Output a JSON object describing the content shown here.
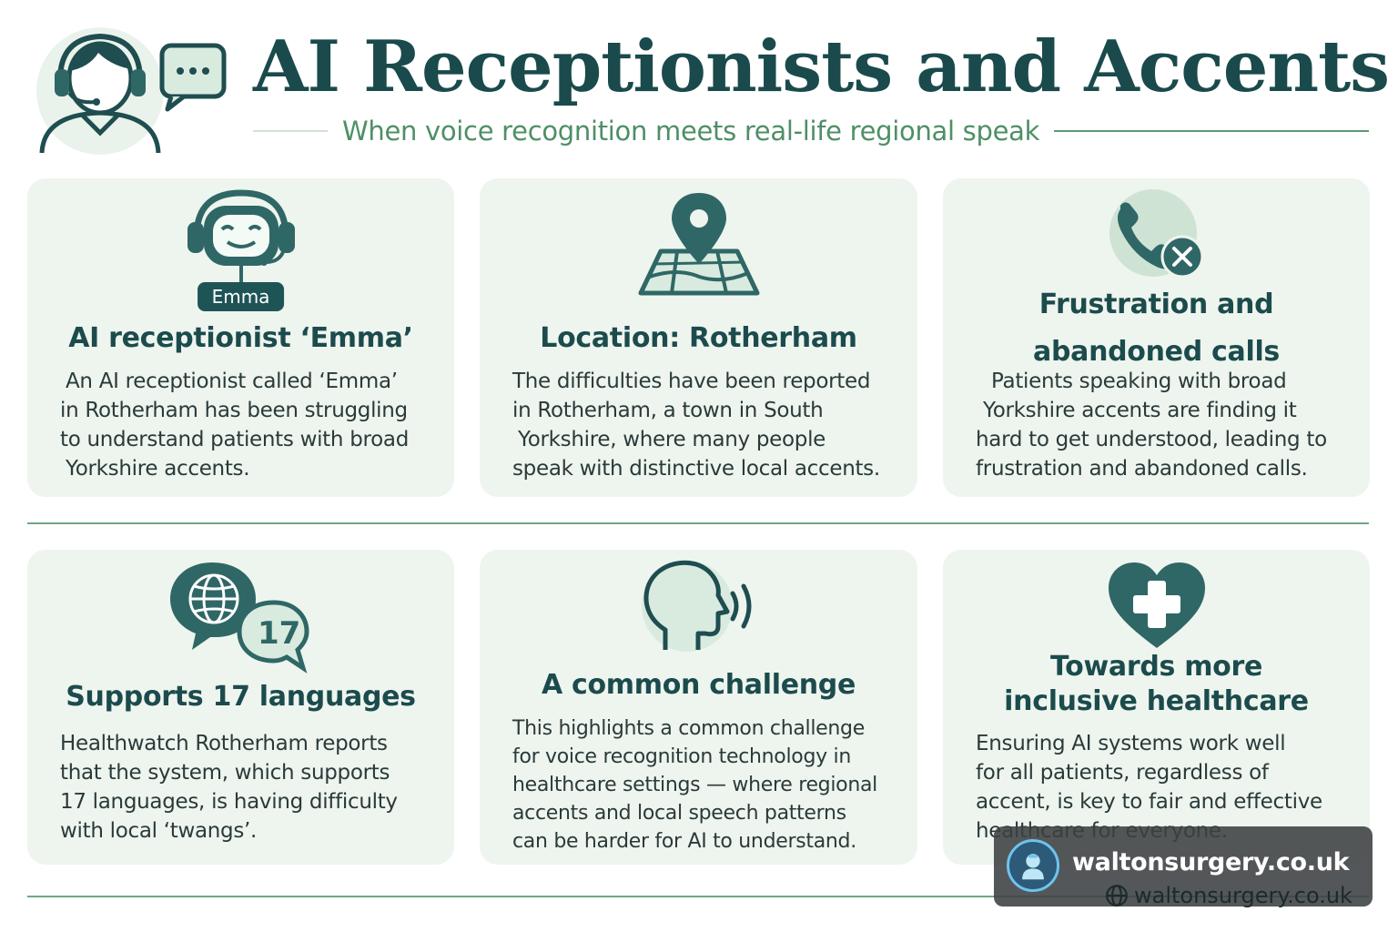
{
  "header": {
    "title": "AI Receptionists and Accents",
    "subtitle": "When voice recognition meets real-life regional speak",
    "icon": "receptionist-headset-icon"
  },
  "cards": [
    {
      "icon": "robot-headset-icon",
      "badge": "Emma",
      "title": "AI receptionist ‘Emma’",
      "lines": [
        "An AI receptionist called ‘Emma’",
        "in Rotherham has been struggling",
        "to understand patients with broad",
        "Yorkshire accents."
      ]
    },
    {
      "icon": "map-pin-icon",
      "title": "Location: Rotherham",
      "lines": [
        "The difficulties have been reported",
        "in Rotherham, a town in South",
        "Yorkshire, where many people",
        "speak with distinctive local accents."
      ]
    },
    {
      "icon": "phone-cancel-icon",
      "title_lines": [
        "Frustration and",
        "abandoned calls"
      ],
      "lines": [
        "Patients speaking with broad",
        "Yorkshire accents are finding it",
        "hard to get understood, leading to",
        "frustration and abandoned calls."
      ]
    },
    {
      "icon": "globe-chat-icon",
      "badge": "17",
      "title": "Supports 17 languages",
      "lines": [
        "Healthwatch Rotherham reports",
        "that the system, which supports",
        "17 languages, is having difficulty",
        "with local ‘twangs’."
      ]
    },
    {
      "icon": "speaking-head-icon",
      "title": "A common challenge",
      "lines": [
        "This highlights a common challenge",
        "for voice recognition technology in",
        "healthcare settings — where regional",
        "accents and local speech patterns",
        "can be harder for AI to understand."
      ]
    },
    {
      "icon": "heart-cross-icon",
      "title_lines": [
        "Towards more",
        "inclusive healthcare"
      ],
      "lines": [
        "Ensuring AI systems work well",
        "for all patients, regardless of",
        "accent, is key to fair and effective",
        "healthcare for everyone."
      ]
    }
  ],
  "watermark": {
    "main": "waltonsurgery.co.uk",
    "sub": "waltonsurgery.co.uk"
  },
  "colors": {
    "title": "#1a4a4c",
    "subtitle": "#4f8f66",
    "card_bg": "#eef5ee",
    "icon_dark": "#2f6766",
    "icon_light": "#cfe3d4",
    "divider": "#6ea883"
  }
}
